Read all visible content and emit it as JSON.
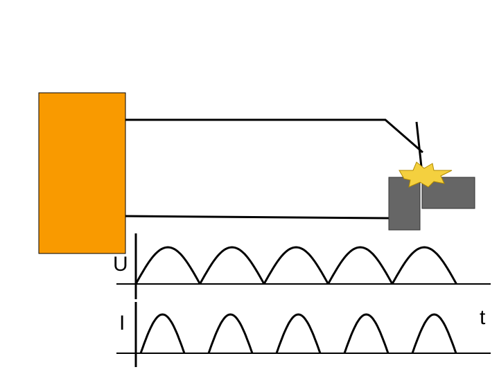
{
  "labels": {
    "voltage_axis": "U",
    "current_axis": "I",
    "time_axis": "t"
  },
  "colors": {
    "power_source": "#f99a00",
    "workpiece": "#666666",
    "spark": "#f4d03f",
    "line": "#000000",
    "background": "#ffffff"
  },
  "waveforms": {
    "voltage_pulses": 5,
    "current_pulses": 5
  }
}
